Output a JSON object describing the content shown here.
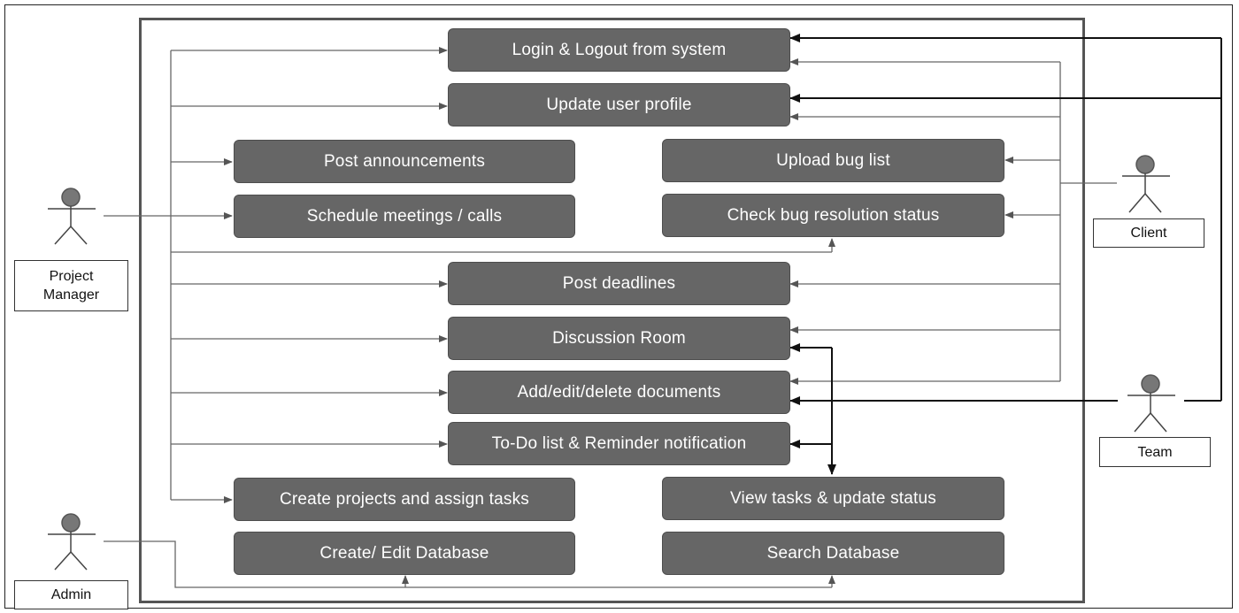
{
  "actors": {
    "project_manager": {
      "line1": "Project",
      "line2": "Manager"
    },
    "client": {
      "label": "Client"
    },
    "team": {
      "label": "Team"
    },
    "admin": {
      "label": "Admin"
    }
  },
  "use_cases": {
    "login_logout": "Login & Logout from system",
    "update_profile": "Update user profile",
    "post_announcements": "Post announcements",
    "upload_bug_list": "Upload bug list",
    "schedule_meetings": "Schedule meetings / calls",
    "check_bug_status": "Check bug resolution status",
    "post_deadlines": "Post deadlines",
    "discussion_room": "Discussion Room",
    "manage_documents": "Add/edit/delete documents",
    "todo_reminder": "To-Do list & Reminder notification",
    "create_projects": "Create projects and assign tasks",
    "view_tasks": "View tasks & update status",
    "edit_database": "Create/ Edit Database",
    "search_database": "Search Database"
  },
  "colors": {
    "usecase_fill": "#666666",
    "actor_head": "#777777",
    "line": "#333333"
  }
}
